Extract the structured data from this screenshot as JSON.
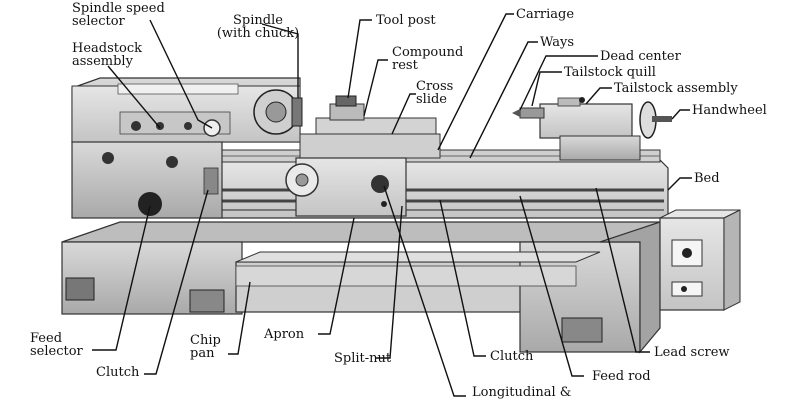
{
  "labels": {
    "spindle_speed_selector": [
      "Spindle speed",
      "selector"
    ],
    "headstock_assembly": [
      "Headstock",
      "assembly"
    ],
    "spindle": [
      "Spindle",
      "(with chuck)"
    ],
    "tool_post": "Tool post",
    "carriage": "Carriage",
    "compound_rest": [
      "Compound",
      "rest"
    ],
    "cross_slide": [
      "Cross",
      "slide"
    ],
    "ways": "Ways",
    "dead_center": "Dead center",
    "tailstock_quill": "Tailstock quill",
    "tailstock_assembly": "Tailstock assembly",
    "handwheel": "Handwheel",
    "bed": "Bed",
    "feed_selector": [
      "Feed",
      "selector"
    ],
    "clutch_left": "Clutch",
    "chip_pan": [
      "Chip",
      "pan"
    ],
    "apron": "Apron",
    "split_nut": "Split-nut",
    "clutch_right": "Clutch",
    "feed_rod": "Feed rod",
    "lead_screw": "Lead screw",
    "longitudinal": "Longitudinal &"
  }
}
